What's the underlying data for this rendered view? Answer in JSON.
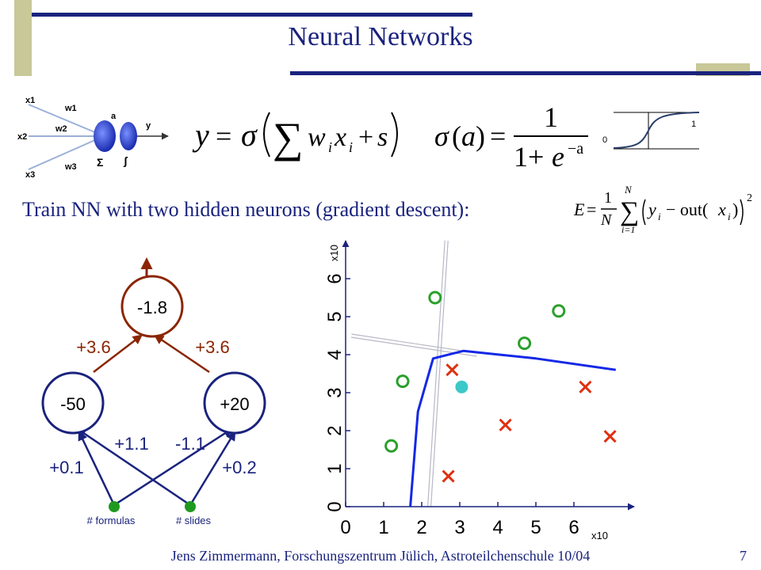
{
  "slide": {
    "title": "Neural Networks",
    "subtitle": "Train NN with two hidden neurons (gradient descent):",
    "footer": "Jens Zimmermann, Forschungszentrum Jülich, Astroteilchenschule 10/04",
    "page_number": "7"
  },
  "colors": {
    "title": "#1a237e",
    "deco_olive": "#c8c898",
    "deco_navy": "#1a237e",
    "network_red": "#8b2500",
    "network_navy": "#1a237e",
    "input_green": "#1f9a1f",
    "boundary_blue": "#1428e6",
    "circle_green": "#2aa02a",
    "cross_red": "#e03010",
    "test_cyan": "#3cc8c8"
  },
  "perceptron": {
    "inputs": [
      "x1",
      "x2",
      "x3"
    ],
    "weights": [
      "w1",
      "w2",
      "w3"
    ],
    "activation_label": "a",
    "output_label": "y",
    "sum_symbol": "Σ",
    "sigmoid_symbol": "ʃ"
  },
  "formulas": {
    "neuron": "y = σ(Σ wᵢxᵢ + s)",
    "sigmoid": "σ(a) = 1 / (1 + e⁻ᵃ)",
    "error": "E = (1/N) Σᵢ₌₁ᴺ (yᵢ − out(xᵢ))²"
  },
  "sigmoid_plot": {
    "y_low": "0",
    "y_high": "1"
  },
  "network": {
    "output_node": "-1.8",
    "hidden_left": "-50",
    "hidden_right": "+20",
    "w_out_left": "+3.6",
    "w_out_right": "+3.6",
    "w_in_ll": "+0.1",
    "w_in_cross_1": "+1.1",
    "w_in_cross_2": "-1.1",
    "w_in_rr": "+0.2",
    "input_left_label": "# formulas",
    "input_right_label": "# slides"
  },
  "chart_data": {
    "type": "scatter",
    "x_ticks": [
      "0",
      "1",
      "2",
      "3",
      "4",
      "5",
      "6"
    ],
    "y_ticks": [
      "0",
      "1",
      "2",
      "3",
      "4",
      "5",
      "6"
    ],
    "x_multiplier": "x10",
    "y_multiplier": "x10",
    "xlim": [
      0,
      7.5
    ],
    "ylim": [
      0,
      6.9
    ],
    "series": [
      {
        "marker": "circle",
        "color": "#2aa02a",
        "points": [
          [
            1.2,
            1.6
          ],
          [
            1.5,
            3.3
          ],
          [
            2.35,
            5.5
          ],
          [
            4.7,
            4.3
          ],
          [
            5.6,
            5.15
          ]
        ]
      },
      {
        "marker": "cross",
        "color": "#e03010",
        "points": [
          [
            2.7,
            0.8
          ],
          [
            2.8,
            3.6
          ],
          [
            4.2,
            2.15
          ],
          [
            6.3,
            3.15
          ],
          [
            6.95,
            1.85
          ]
        ]
      },
      {
        "marker": "dot",
        "color": "#3cc8c8",
        "points": [
          [
            3.05,
            3.15
          ]
        ]
      }
    ],
    "boundary": [
      [
        1.7,
        0
      ],
      [
        1.9,
        2.5
      ],
      [
        2.3,
        3.9
      ],
      [
        3.1,
        4.1
      ],
      [
        5.0,
        3.9
      ],
      [
        7.1,
        3.6
      ]
    ],
    "guide_lines": [
      [
        [
          2.65,
          7.0
        ],
        [
          2.2,
          0.0
        ]
      ],
      [
        [
          0.15,
          4.5
        ],
        [
          3.45,
          4.0
        ]
      ]
    ]
  }
}
